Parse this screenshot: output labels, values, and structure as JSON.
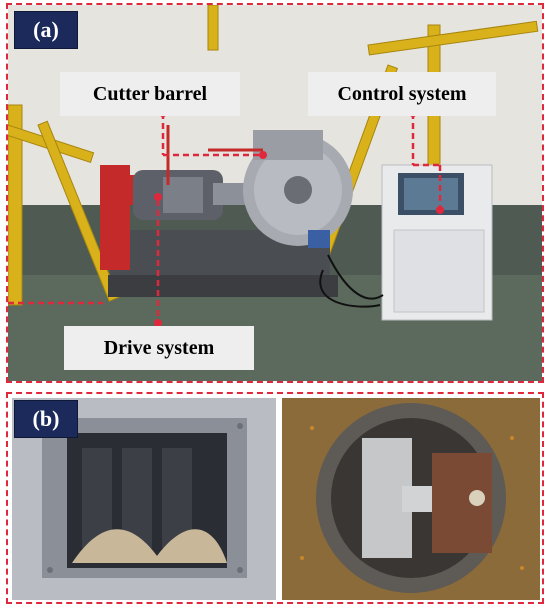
{
  "panel_a": {
    "tag": "(a)",
    "callouts": {
      "cutter_barrel": "Cutter barrel",
      "control_system": "Control system",
      "drive_system": "Drive system"
    }
  },
  "panel_b": {
    "tag": "(b)"
  },
  "colors": {
    "dashed_outline": "#e0283c",
    "tag_background": "#1b2a5b",
    "callout_background": "#eeeeee"
  }
}
